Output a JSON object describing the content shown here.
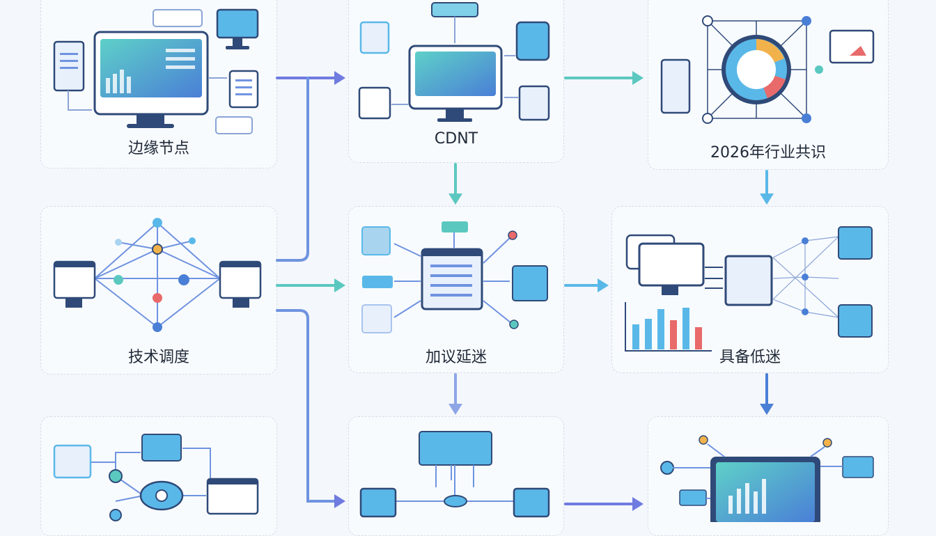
{
  "nodes": [
    {
      "id": "edge-nodes",
      "label": "边缘节点"
    },
    {
      "id": "cdnt",
      "label": "CDNT"
    },
    {
      "id": "consensus",
      "label": "2026年行业共识"
    },
    {
      "id": "tech-scheduling",
      "label": "技术调度"
    },
    {
      "id": "add-latency",
      "label": "加议延迷"
    },
    {
      "id": "low-latency",
      "label": "具备低迷"
    }
  ],
  "palette": {
    "blue": "#4a7fd6",
    "teal": "#5bc8c0",
    "cyan": "#5ab8e8",
    "purple": "#6f7be0",
    "navy": "#2f4a78",
    "red": "#e86a6a",
    "orange": "#f2b24b"
  }
}
